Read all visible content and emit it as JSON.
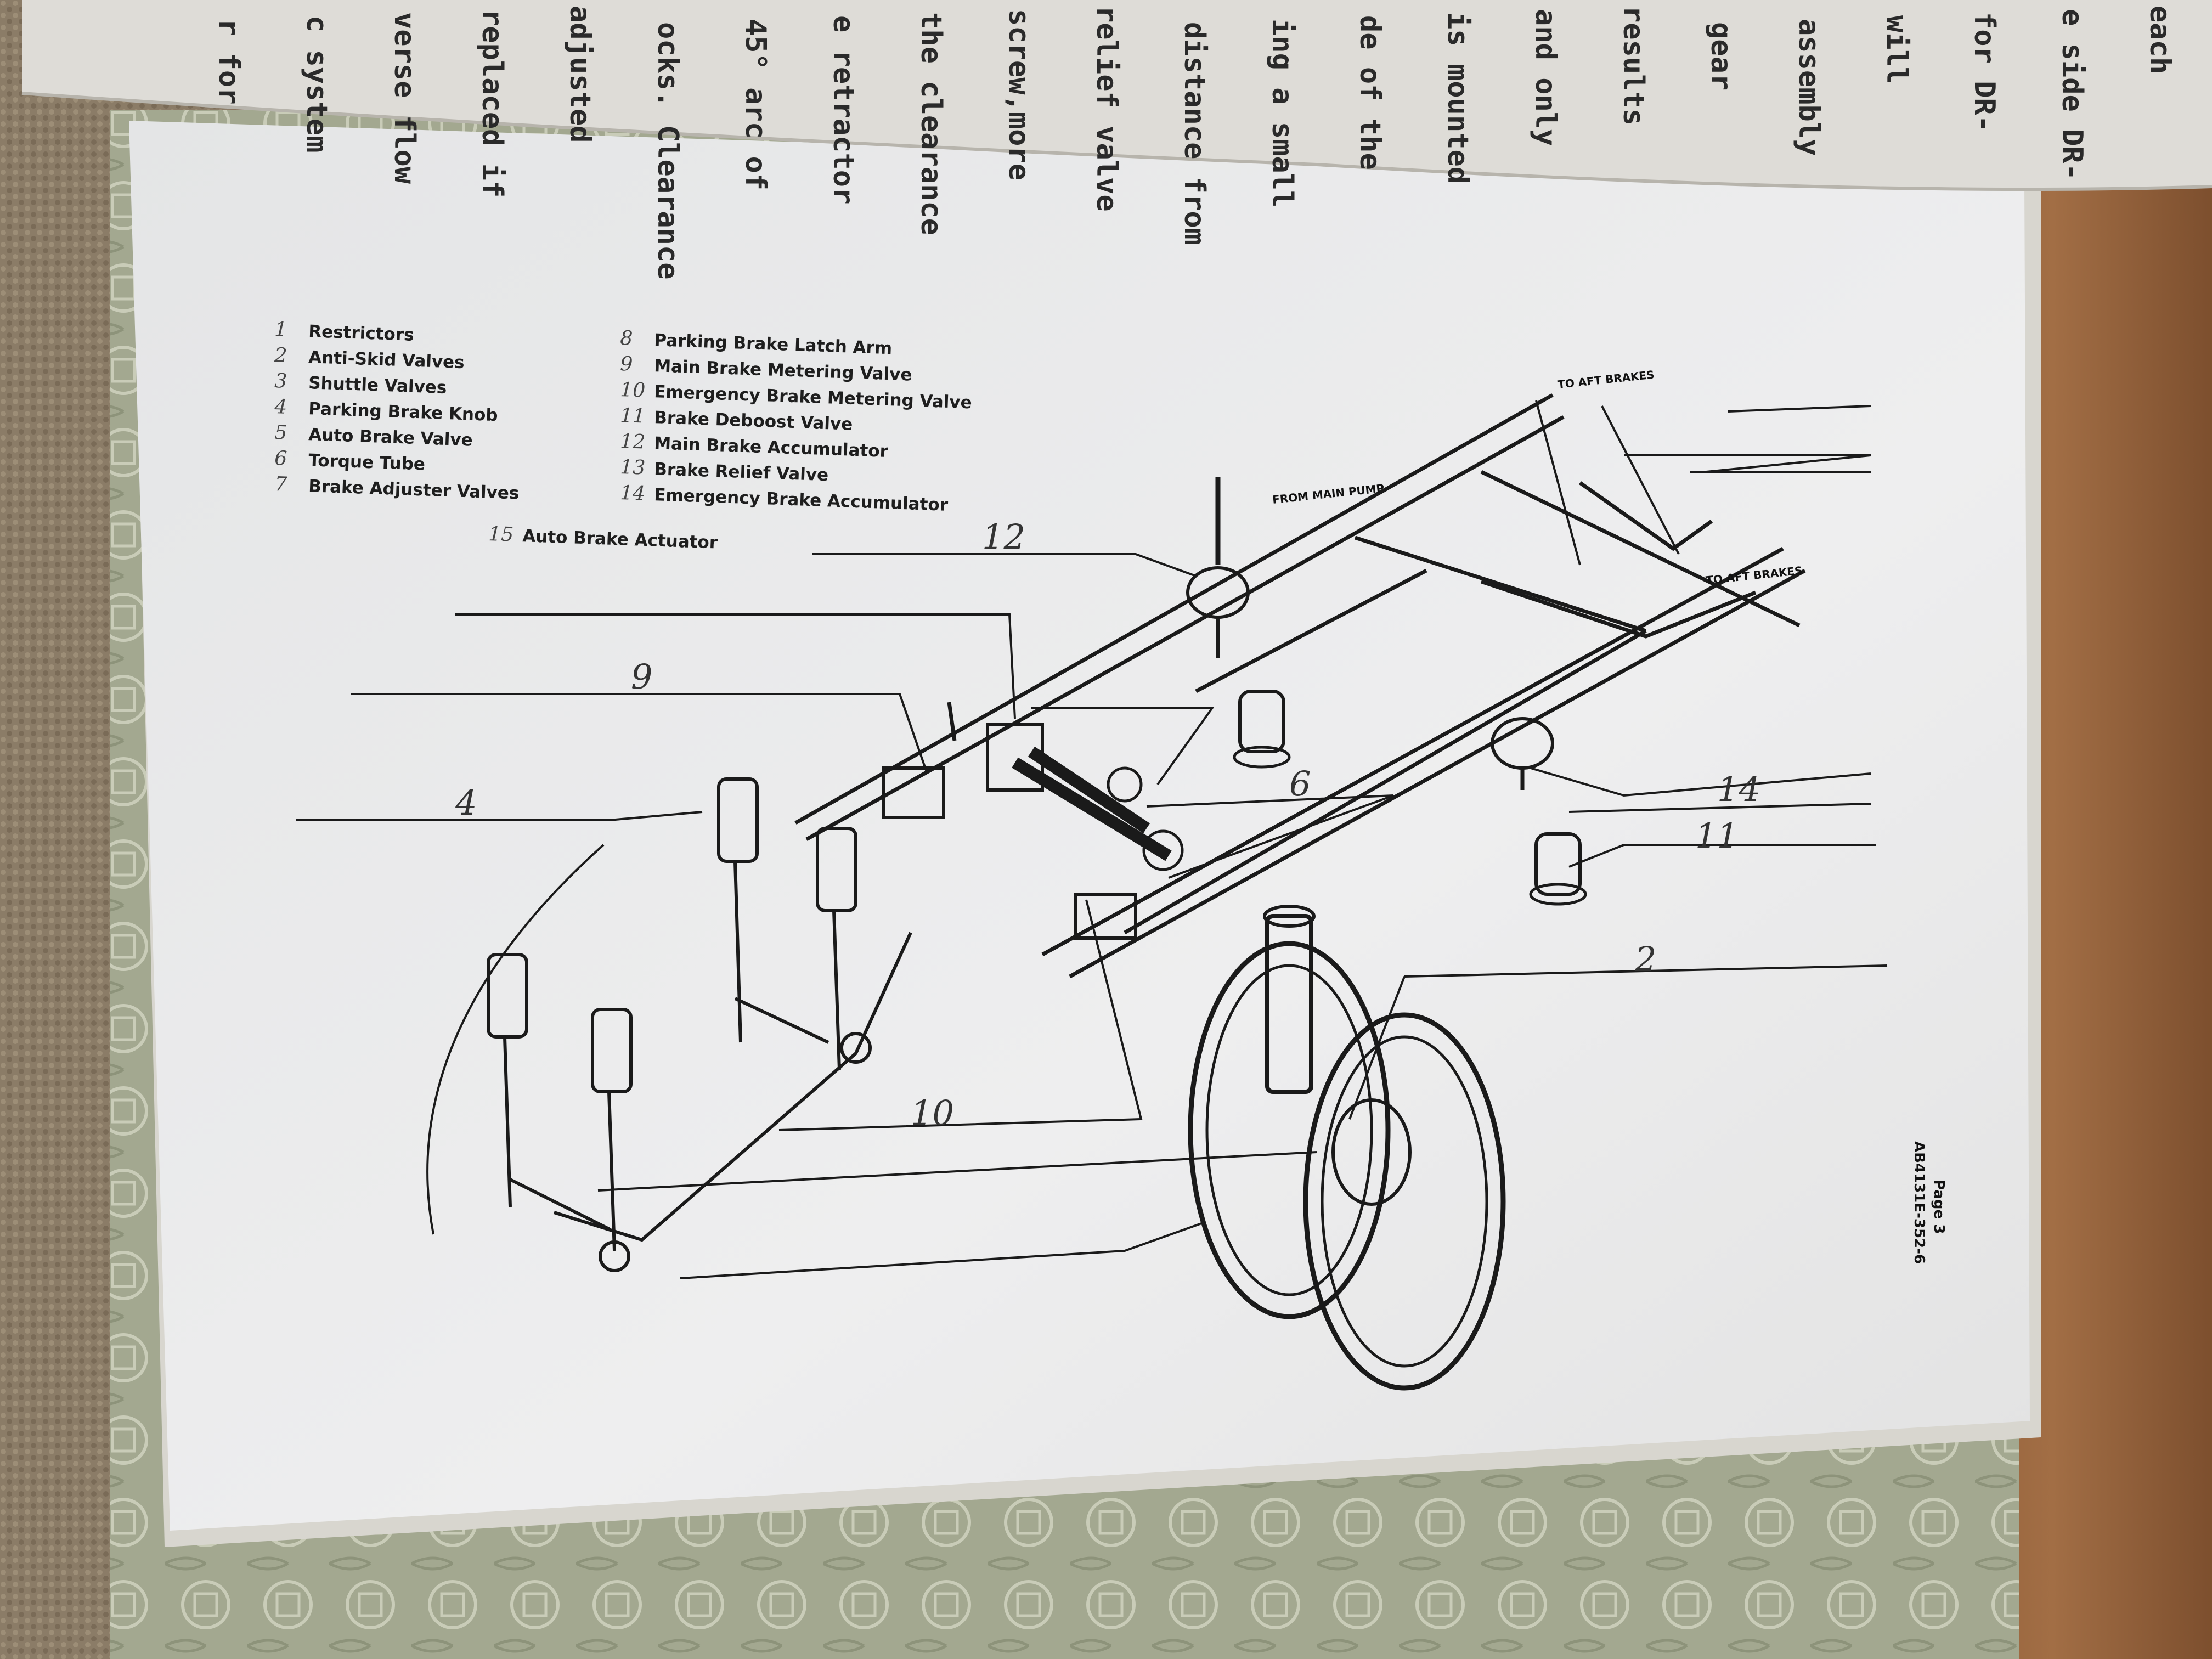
{
  "legend": {
    "items": [
      {
        "num": "1",
        "label": "Restrictors"
      },
      {
        "num": "2",
        "label": "Anti-Skid Valves"
      },
      {
        "num": "3",
        "label": "Shuttle Valves"
      },
      {
        "num": "4",
        "label": "Parking Brake Knob"
      },
      {
        "num": "5",
        "label": "Auto Brake Valve"
      },
      {
        "num": "6",
        "label": "Torque Tube"
      },
      {
        "num": "7",
        "label": "Brake Adjuster Valves"
      },
      {
        "num": "8",
        "label": "Parking Brake Latch Arm"
      },
      {
        "num": "9",
        "label": "Main Brake Metering Valve"
      },
      {
        "num": "10",
        "label": "Emergency Brake Metering Valve"
      },
      {
        "num": "11",
        "label": "Brake Deboost Valve"
      },
      {
        "num": "12",
        "label": "Main Brake Accumulator"
      },
      {
        "num": "13",
        "label": "Brake Relief Valve"
      },
      {
        "num": "14",
        "label": "Emergency Brake Accumulator"
      },
      {
        "num": "15",
        "label": "Auto Brake Actuator"
      }
    ]
  },
  "diagram": {
    "labels": {
      "to_aft_brakes_1": "TO AFT BRAKES",
      "to_aft_brakes_2": "TO AFT BRAKES",
      "from_main_pump": "FROM MAIN PUMP"
    },
    "callouts": [
      "12",
      "9",
      "4",
      "6",
      "14",
      "11",
      "2",
      "10"
    ]
  },
  "page": {
    "doc_number": "AB4131E-352-6",
    "page_label": "Page 3"
  },
  "facing_page": {
    "lines": [
      "each",
      "e side DR-",
      "for DR-",
      "will",
      "assembly",
      "gear",
      "results",
      "and only",
      "is mounted",
      "de of the",
      "ing a small",
      "distance from",
      "relief valve",
      "screw,more",
      "the clearance",
      "e retractor",
      "45° arc of",
      "ocks. Clearance",
      "adjusted",
      "replaced if",
      "verse flow",
      "c system",
      "r for"
    ]
  },
  "colors": {
    "paper": "#e9e9ea",
    "ink": "#1a1a1a",
    "wood": "#9a6a42",
    "carpet": "#8c7d68",
    "cover_pattern": "#a6ab93"
  }
}
